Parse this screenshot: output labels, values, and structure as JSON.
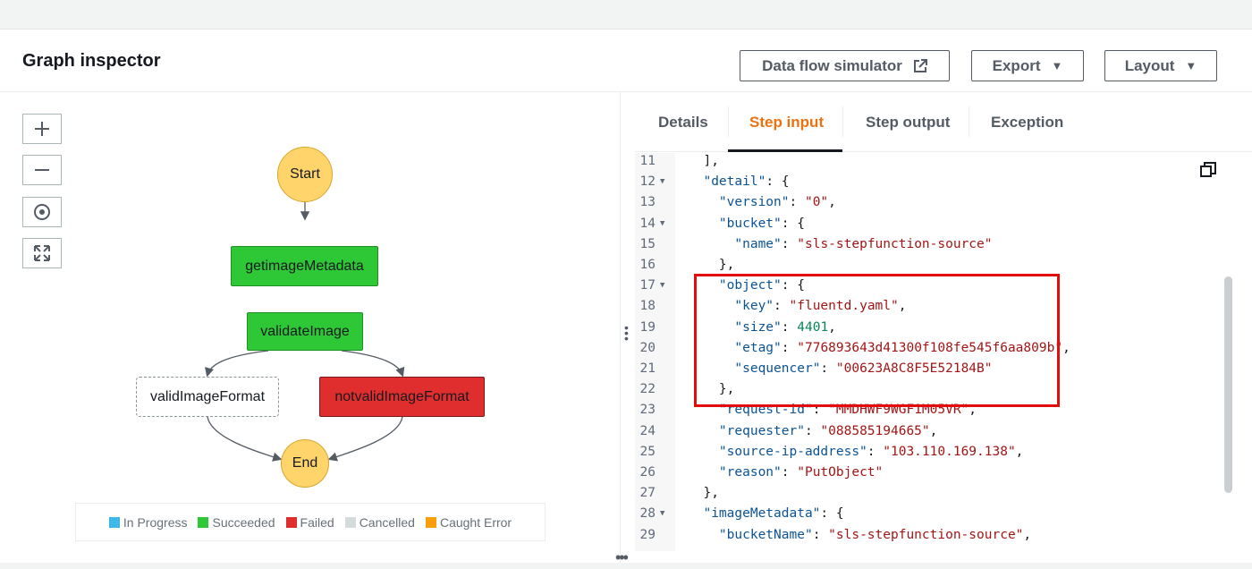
{
  "header": {
    "title": "Graph inspector",
    "buttons": [
      {
        "label": "Data flow simulator",
        "icon": "external-link-icon"
      },
      {
        "label": "Export",
        "icon": "caret-down-icon"
      },
      {
        "label": "Layout",
        "icon": "caret-down-icon"
      }
    ]
  },
  "zoom_controls": [
    "zoom-in-icon",
    "zoom-out-icon",
    "center-icon",
    "fit-icon"
  ],
  "graph": {
    "nodes": {
      "start": "Start",
      "get": "getimageMetadata",
      "validate": "validateImage",
      "valid": "validImageFormat",
      "notvalid": "notvalidImageFormat",
      "end": "End"
    }
  },
  "legend": [
    {
      "label": "In Progress",
      "color": "#3fb7e8"
    },
    {
      "label": "Succeeded",
      "color": "#2ec735"
    },
    {
      "label": "Failed",
      "color": "#e02d2d"
    },
    {
      "label": "Cancelled",
      "color": "#d5dbdb"
    },
    {
      "label": "Caught Error",
      "color": "#f89f0a"
    }
  ],
  "tabs": [
    {
      "label": "Details",
      "active": false
    },
    {
      "label": "Step input",
      "active": true
    },
    {
      "label": "Step output",
      "active": false
    },
    {
      "label": "Exception",
      "active": false
    }
  ],
  "code_lines": [
    {
      "n": "11",
      "fold": false,
      "text": "  ],"
    },
    {
      "n": "12",
      "fold": true,
      "text": "  \"detail\": {"
    },
    {
      "n": "13",
      "fold": false,
      "text": "    \"version\": \"0\","
    },
    {
      "n": "14",
      "fold": true,
      "text": "    \"bucket\": {"
    },
    {
      "n": "15",
      "fold": false,
      "text": "      \"name\": \"sls-stepfunction-source\""
    },
    {
      "n": "16",
      "fold": false,
      "text": "    },"
    },
    {
      "n": "17",
      "fold": true,
      "text": "    \"object\": {"
    },
    {
      "n": "18",
      "fold": false,
      "text": "      \"key\": \"fluentd.yaml\","
    },
    {
      "n": "19",
      "fold": false,
      "text": "      \"size\": 4401,"
    },
    {
      "n": "20",
      "fold": false,
      "text": "      \"etag\": \"776893643d41300f108fe545f6aa809b\","
    },
    {
      "n": "21",
      "fold": false,
      "text": "      \"sequencer\": \"00623A8C8F5E52184B\""
    },
    {
      "n": "22",
      "fold": false,
      "text": "    },"
    },
    {
      "n": "23",
      "fold": false,
      "text": "    \"request-id\": \"MMDHWF9WGF1M05VR\","
    },
    {
      "n": "24",
      "fold": false,
      "text": "    \"requester\": \"088585194665\","
    },
    {
      "n": "25",
      "fold": false,
      "text": "    \"source-ip-address\": \"103.110.169.138\","
    },
    {
      "n": "26",
      "fold": false,
      "text": "    \"reason\": \"PutObject\""
    },
    {
      "n": "27",
      "fold": false,
      "text": "  },"
    },
    {
      "n": "28",
      "fold": true,
      "text": "  \"imageMetadata\": {"
    },
    {
      "n": "29",
      "fold": false,
      "text": "    \"bucketName\": \"sls-stepfunction-source\","
    }
  ]
}
